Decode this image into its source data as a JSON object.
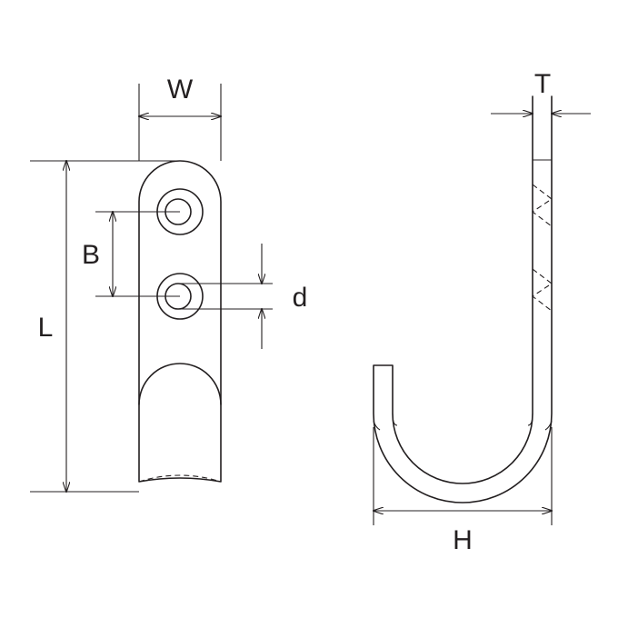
{
  "labels": {
    "width": "W",
    "bolt_spacing": "B",
    "length": "L",
    "hole_diameter": "d",
    "thickness": "T",
    "hook_width": "H"
  },
  "colors": {
    "line": "#231f20",
    "background": "#ffffff"
  }
}
